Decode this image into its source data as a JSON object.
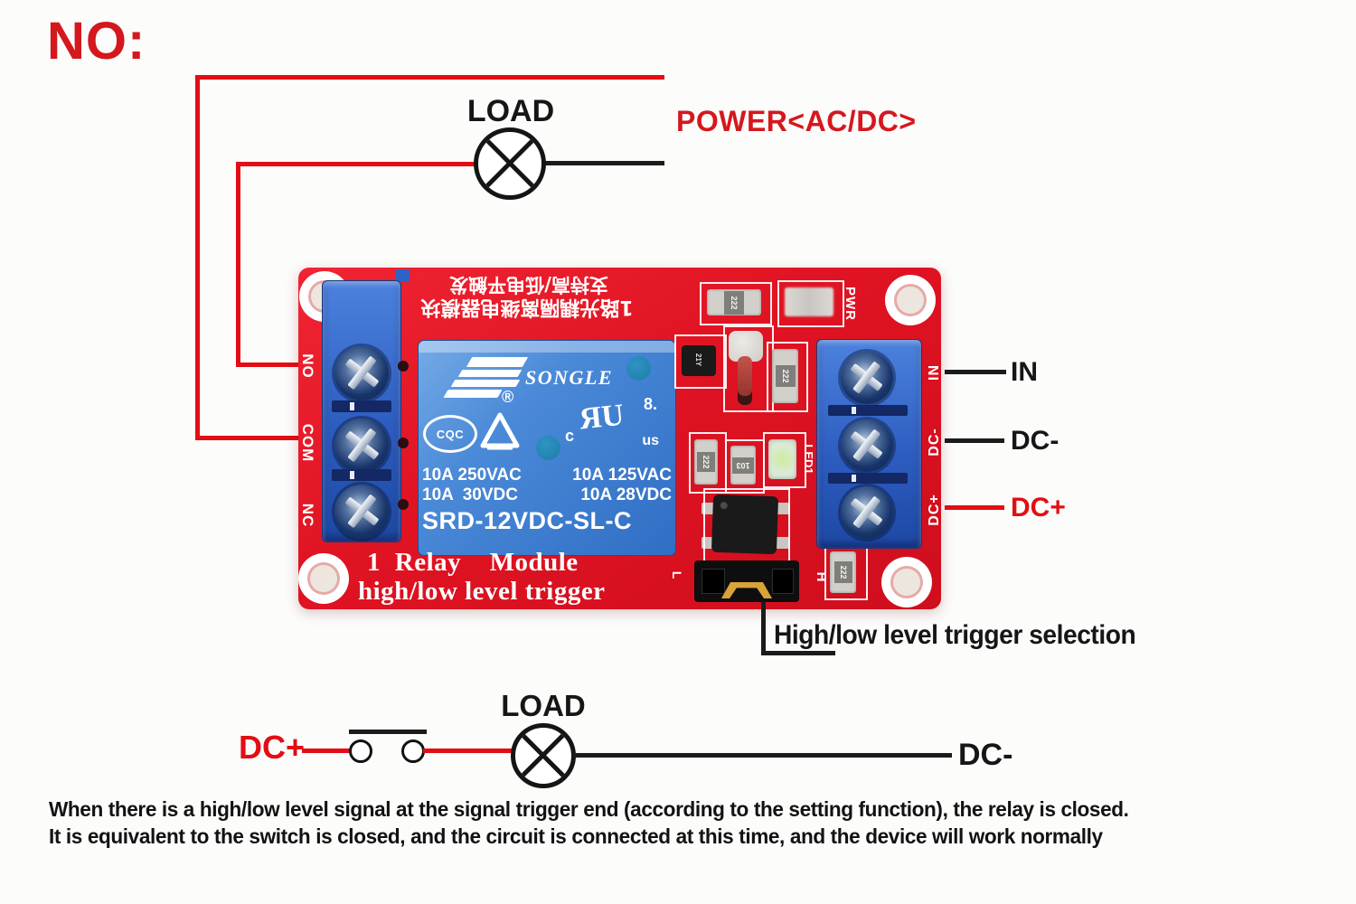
{
  "colors": {
    "wire_red": "#e30d13",
    "label_red": "#d4181e",
    "board_red": "#e01322",
    "terminal_blue": "#2d5dc0",
    "relay_blue": "#3f85d6",
    "text_black": "#161616"
  },
  "top": {
    "no_label": "NO:",
    "load_label": "LOAD",
    "power_label": "POWER<AC/DC>"
  },
  "pins": {
    "in": "IN",
    "dc_minus": "DC-",
    "dc_plus": "DC+",
    "trigger_note": "High/low level trigger selection"
  },
  "board": {
    "cn_line1": "支持高/低电平触发",
    "cn_line2": "1路光耦隔离继电器模块",
    "pwr": "PWR",
    "left_pins": [
      "NO",
      "COM",
      "NC"
    ],
    "right_pins": [
      "IN",
      "DC-",
      "DC+"
    ],
    "led1": "LED1",
    "jumper_h": "H",
    "jumper_l": "L",
    "smd_222": "222",
    "smd_103": "103",
    "q1_mark": "21Y",
    "title_line1": "1 Relay  Module",
    "title_line2": "high/low level trigger"
  },
  "relay": {
    "brand": "SONGLE",
    "reg": "®",
    "cqc": "CQC",
    "ul_c": "c",
    "ul": "ЯU",
    "ul_8": "8.",
    "ul_us": "us",
    "r1a": "10A 250VAC",
    "r1b": "10A 125VAC",
    "r2a": "10A  30VDC",
    "r2b": "10A 28VDC",
    "model": "SRD-12VDC-SL-C"
  },
  "bottom": {
    "dc_plus": "DC+",
    "load_label": "LOAD",
    "dc_minus": "DC-"
  },
  "caption": {
    "line1": "When there is a high/low level signal at the signal trigger end (according to the setting function), the relay is closed.",
    "line2": "It is equivalent to the switch is closed, and the circuit is connected at this time, and the device will work normally"
  }
}
